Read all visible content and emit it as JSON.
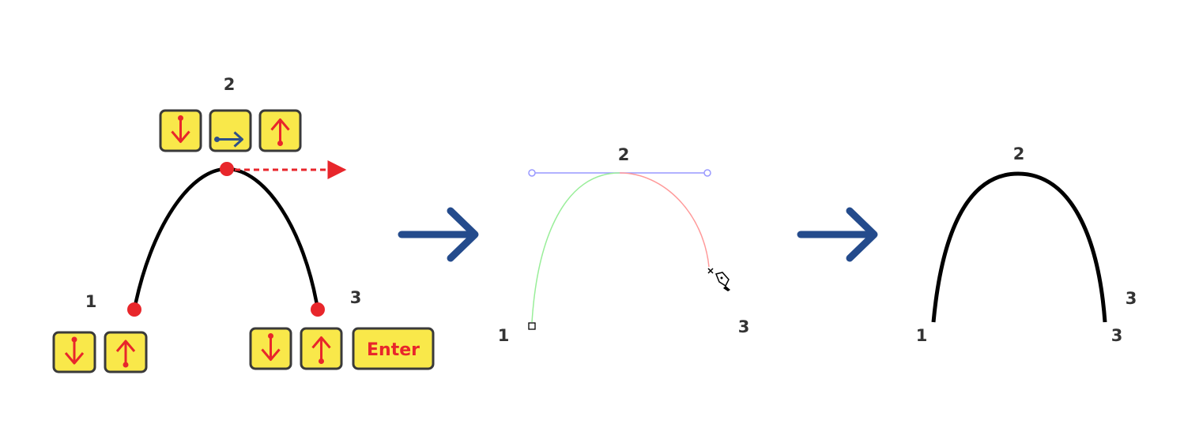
{
  "colors": {
    "key_fill": "#f9e84a",
    "key_border": "#3a3a3a",
    "accent_red": "#e8262b",
    "accent_blue": "#2f5088",
    "flow_arrow": "#244b8c",
    "curve_black": "#000000",
    "guide_green": "#99ee99",
    "guide_pink": "#ff9999",
    "handle_purple": "#9999ff",
    "label_text": "#333333"
  },
  "panel1": {
    "point1_label": "1",
    "point2_label": "2",
    "point3_label": "3",
    "point1_keys": [
      {
        "icon": "mouse-down-icon"
      },
      {
        "icon": "mouse-up-icon"
      }
    ],
    "point2_keys": [
      {
        "icon": "mouse-down-icon"
      },
      {
        "icon": "drag-right-icon"
      },
      {
        "icon": "mouse-up-icon"
      }
    ],
    "point3_keys": [
      {
        "icon": "mouse-down-icon"
      },
      {
        "icon": "mouse-up-icon"
      }
    ],
    "enter_key_label": "Enter",
    "drag_direction_icon": "dashed-arrow-right-icon"
  },
  "panel2": {
    "point1_label": "1",
    "point2_label": "2",
    "point3_label": "3",
    "cursor_icon": "pen-tool-cursor-icon"
  },
  "panel3": {
    "point1_label": "1",
    "point2_label": "2",
    "point3_label_upper": "3",
    "point3_label_lower": "3"
  },
  "flow_arrows": [
    {
      "icon": "arrow-right-icon"
    },
    {
      "icon": "arrow-right-icon"
    }
  ]
}
